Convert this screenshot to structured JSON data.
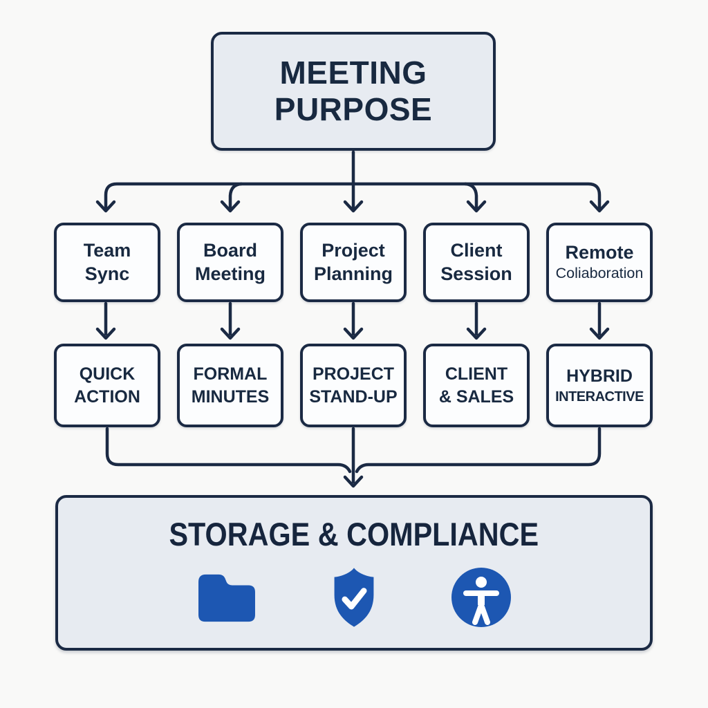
{
  "colors": {
    "line_and_border_navy": "#1B2A44",
    "text_navy": "#182940",
    "icon_blue": "#1D57B2",
    "panel_fill": "#E7EBF1",
    "node_fill": "#FCFDFE",
    "background": "#F9F9F8",
    "icon_glyph_white": "#FFFFFF"
  },
  "root": {
    "line1": "MEETING",
    "line2": "PURPOSE"
  },
  "row1": [
    {
      "line1": "Team",
      "line2": "Sync"
    },
    {
      "line1": "Board",
      "line2": "Meeting"
    },
    {
      "line1": "Project",
      "line2": "Planning"
    },
    {
      "line1": "Client",
      "line2": "Session"
    },
    {
      "line1": "Remote",
      "line2": "Coliaboration"
    }
  ],
  "row2": [
    {
      "line1": "QUICK",
      "line2": "ACTION"
    },
    {
      "line1": "FORMAL",
      "line2": "MINUTES"
    },
    {
      "line1": "PROJECT",
      "line2": "STAND-UP"
    },
    {
      "line1": "CLIENT",
      "line2": "& SALES"
    },
    {
      "line1": "HYBRID",
      "line2": "INTERACTIVE"
    }
  ],
  "footer": {
    "title": "STORAGE & COMPLIANCE",
    "icons": [
      "folder-icon",
      "shield-check-icon",
      "accessibility-icon"
    ]
  }
}
